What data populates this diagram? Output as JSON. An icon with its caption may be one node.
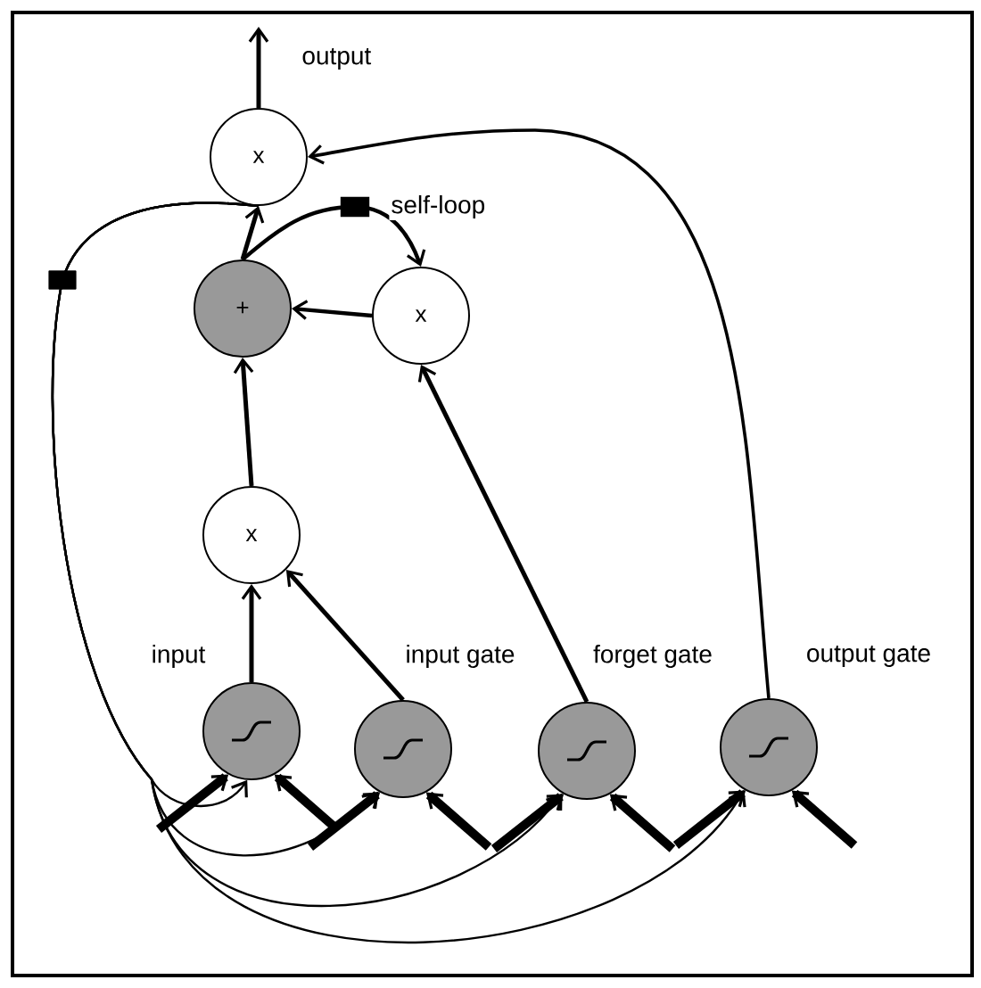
{
  "diagram": {
    "nodes": [
      {
        "text": [
          "x"
        ]
      },
      {
        "text": [
          "+"
        ]
      },
      {
        "text": [
          "x"
        ]
      },
      {
        "text": [
          "x"
        ]
      },
      {
        "text": [],
        "shape": "circle",
        "beside": [
          "input"
        ]
      },
      {
        "text": [],
        "shape": "circle",
        "beside": [
          "input gate"
        ]
      },
      {
        "text": [],
        "shape": "circle",
        "beside": [
          "forget gate"
        ]
      },
      {
        "text": [],
        "shape": "circle",
        "beside": [
          "output gate"
        ]
      }
    ],
    "edges": [
      {
        "from": 0,
        "to": null,
        "arrow": "to",
        "label": "output"
      },
      {
        "from": 1,
        "to": 0,
        "arrow": "to"
      },
      {
        "from": 1,
        "to": 2,
        "arrow": "to",
        "label": "self-loop"
      },
      {
        "from": 2,
        "to": 1,
        "arrow": "to"
      },
      {
        "from": 3,
        "to": 1,
        "arrow": "to"
      },
      {
        "from": 4,
        "to": 3,
        "arrow": "to"
      },
      {
        "from": 5,
        "to": 3,
        "arrow": "to"
      },
      {
        "from": 6,
        "to": 2,
        "arrow": "to"
      },
      {
        "from": 7,
        "to": 0,
        "arrow": "to"
      },
      {
        "from": 0,
        "to": 4,
        "arrow": "to"
      },
      {
        "from": 0,
        "to": 5,
        "arrow": "to"
      },
      {
        "from": 0,
        "to": 6,
        "arrow": "to"
      },
      {
        "from": 0,
        "to": 7,
        "arrow": "to"
      },
      {
        "from": null,
        "to": 4,
        "arrow": "to",
        "style": "thick"
      },
      {
        "from": null,
        "to": 4,
        "arrow": "to",
        "style": "thick"
      },
      {
        "from": null,
        "to": 5,
        "arrow": "to",
        "style": "thick"
      },
      {
        "from": null,
        "to": 5,
        "arrow": "to",
        "style": "thick"
      },
      {
        "from": null,
        "to": 6,
        "arrow": "to",
        "style": "thick"
      },
      {
        "from": null,
        "to": 6,
        "arrow": "to",
        "style": "thick"
      },
      {
        "from": null,
        "to": 7,
        "arrow": "to",
        "style": "thick"
      },
      {
        "from": null,
        "to": 7,
        "arrow": "to",
        "style": "thick"
      }
    ]
  }
}
